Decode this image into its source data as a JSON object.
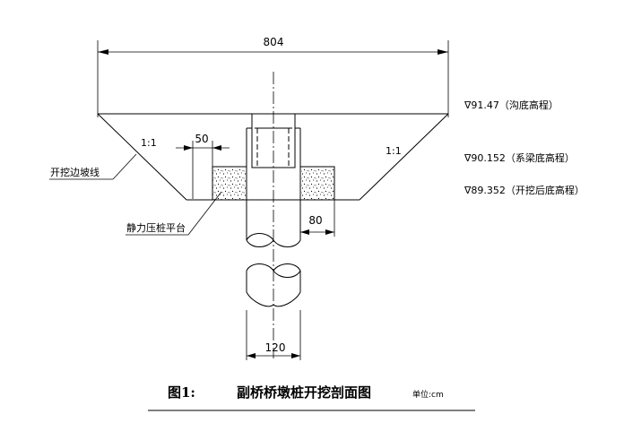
{
  "dimensions": {
    "top_width": "804",
    "berm": "50",
    "pile_cap_offset": "80",
    "pile_diameter": "120"
  },
  "slopes": {
    "left": "1:1",
    "right": "1:1"
  },
  "elevations": {
    "ditch_bottom": "∇91.47（沟底高程）",
    "tie_beam_bottom": "∇90.152（系梁底高程）",
    "excavation_bottom": "∇89.352（开挖后底高程）"
  },
  "labels": {
    "excavation_slope_line": "开挖边坡线",
    "static_pile_platform": "静力压桩平台"
  },
  "caption": {
    "figure_number": "图1:",
    "title": "副桥桥墩桩开挖剖面图",
    "unit": "单位:cm"
  }
}
